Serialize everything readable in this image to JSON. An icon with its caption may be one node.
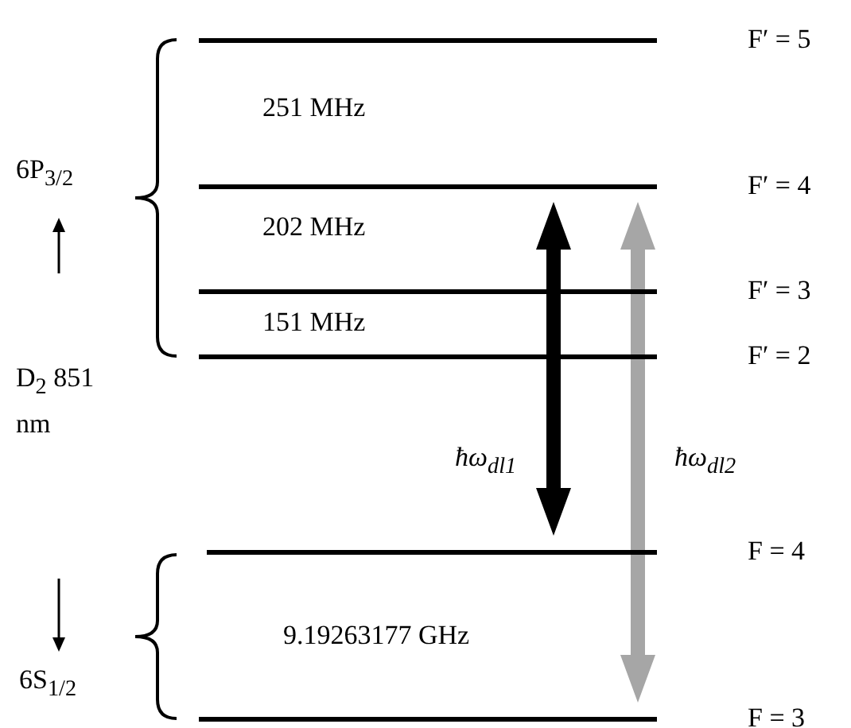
{
  "diagram": {
    "nodes": [
      {
        "text": [
          "F′ = 5"
        ]
      },
      {
        "text": [
          "F′ = 4"
        ]
      },
      {
        "text": [
          "F′ = 3"
        ]
      },
      {
        "text": [
          "F′ = 2"
        ]
      },
      {
        "text": [
          "F = 4"
        ]
      },
      {
        "text": [
          "F = 3"
        ]
      }
    ],
    "edges": [
      {
        "from": 4,
        "to": 1,
        "arrow": "both",
        "style": "thick",
        "label": "ħω$_{dl1}$"
      },
      {
        "from": 5,
        "to": 1,
        "arrow": "both",
        "style": "thick",
        "color": "#a6a6a6",
        "label": "ħω$_{dl2}$"
      }
    ],
    "labels": [
      "6P$_{3/2}$",
      "251 MHz",
      "202 MHz",
      "151 MHz",
      "D$_{2}$ 851 nm",
      "9.19263177 GHz",
      "6S$_{1/2}$"
    ]
  }
}
